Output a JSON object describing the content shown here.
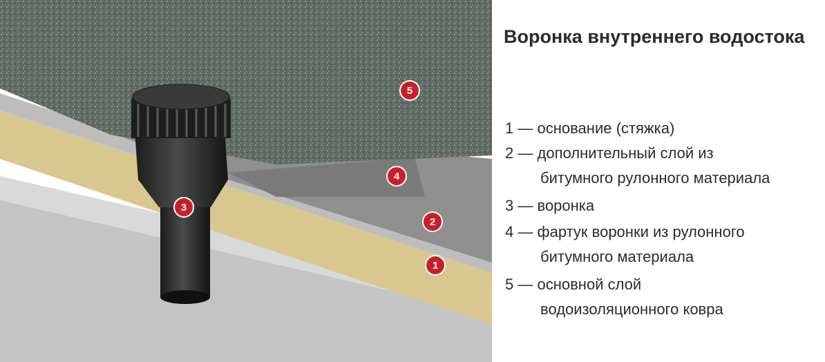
{
  "legend": {
    "title": "Воронка внутреннего водостока",
    "items": [
      {
        "num": "1",
        "lines": [
          "основание (стяжка)"
        ]
      },
      {
        "num": "2",
        "lines": [
          "дополнительный слой из",
          "битумного рулонного материала"
        ]
      },
      {
        "num": "3",
        "lines": [
          "воронка"
        ]
      },
      {
        "num": "4",
        "lines": [
          "фартук воронки из рулонного",
          "битумного материала"
        ]
      },
      {
        "num": "5",
        "lines": [
          "основной слой",
          "водоизоляционного ковра"
        ]
      }
    ],
    "separator": "—"
  },
  "markers": [
    "1",
    "2",
    "3",
    "4",
    "5"
  ],
  "colors": {
    "marker": "#c8202a",
    "membrane": "#5e6a62",
    "insulation": "#d8c78e",
    "screed": "#c9c9c9",
    "funnel": "#2a2a2a",
    "apron": "#6d6d6d",
    "text": "#2b2b2b"
  }
}
